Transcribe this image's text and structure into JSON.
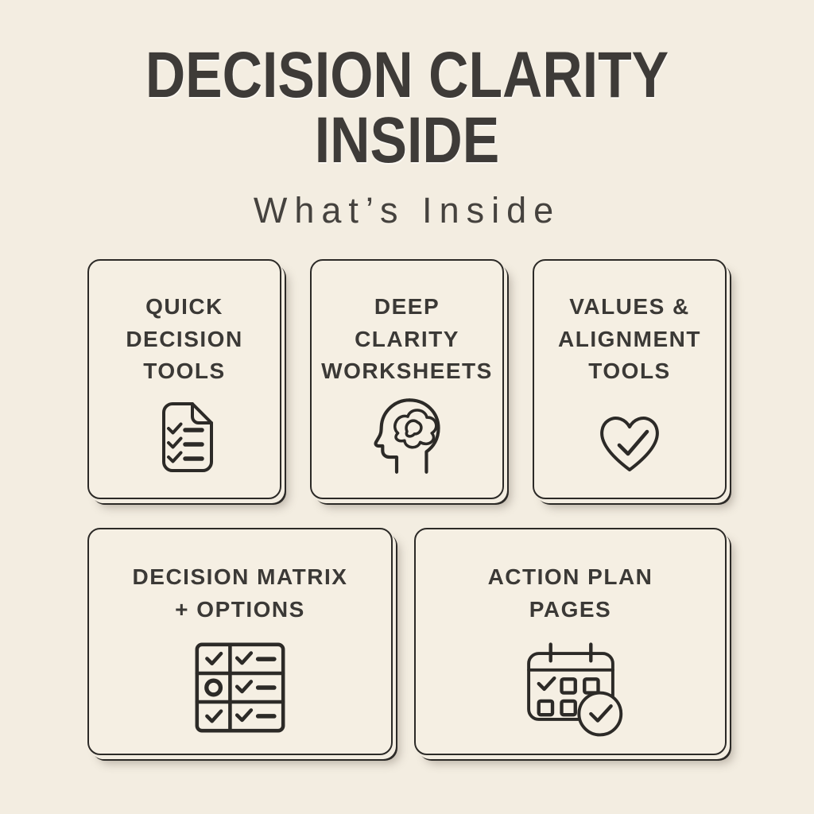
{
  "page": {
    "background": "#f3ede1",
    "card_background": "#f5efe3",
    "line_color": "#2c2a27",
    "title_color": "#3e3b38",
    "text_color": "#3b3936"
  },
  "header": {
    "title": "DECISION CLARITY\nINSIDE",
    "subtitle": "What’s Inside"
  },
  "cards": [
    {
      "id": "quick-decision-tools",
      "label": "QUICK\nDECISION\nTOOLS",
      "icon": "checklist-document-icon"
    },
    {
      "id": "deep-clarity-worksheets",
      "label": "DEEP\nCLARITY\nWORKSHEETS",
      "icon": "head-tangled-mind-icon"
    },
    {
      "id": "values-alignment-tools",
      "label": "VALUES &\nALIGNMENT\nTOOLS",
      "icon": "heart-check-icon"
    },
    {
      "id": "decision-matrix-options",
      "label": "DECISION MATRIX\n+ OPTIONS",
      "icon": "decision-matrix-grid-icon"
    },
    {
      "id": "action-plan-pages",
      "label": "ACTION PLAN\nPAGES",
      "icon": "calendar-check-icon"
    }
  ]
}
